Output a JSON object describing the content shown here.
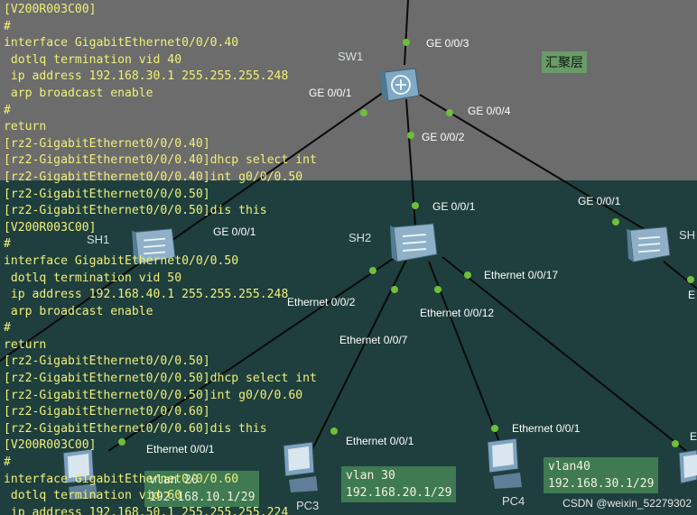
{
  "terminal": {
    "lines": [
      "[V200R003C00]",
      "#",
      "interface GigabitEthernet0/0/0.40",
      " dotlq termination vid 40",
      " ip address 192.168.30.1 255.255.255.248",
      " arp broadcast enable",
      "#",
      "return",
      "[rz2-GigabitEthernet0/0/0.40]",
      "[rz2-GigabitEthernet0/0/0.40]dhcp select int",
      "[rz2-GigabitEthernet0/0/0.40]int g0/0/0.50",
      "[rz2-GigabitEthernet0/0/0.50]",
      "[rz2-GigabitEthernet0/0/0.50]dis this",
      "[V200R003C00]",
      "#",
      "interface GigabitEthernet0/0/0.50",
      " dotlq termination vid 50",
      " ip address 192.168.40.1 255.255.255.248",
      " arp broadcast enable",
      "#",
      "return",
      "[rz2-GigabitEthernet0/0/0.50]",
      "[rz2-GigabitEthernet0/0/0.50]dhcp select int",
      "[rz2-GigabitEthernet0/0/0.50]int g0/0/0.60",
      "[rz2-GigabitEthernet0/0/0.60]",
      "[rz2-GigabitEthernet0/0/0.60]dis this",
      "[V200R003C00]",
      "#",
      "interface GigabitEthernet0/0/0.60",
      " dotlq termination vid 60",
      " ip address 192.168.50.1 255.255.255.224"
    ]
  },
  "topology": {
    "layer_label": "汇聚层",
    "devices": {
      "sw1": "SW1",
      "sh1": "SH1",
      "sh2": "SH2",
      "sh3": "SH",
      "pc3": "PC3",
      "pc4": "PC4"
    },
    "ports": {
      "sw1_ge003": "GE 0/0/3",
      "sw1_ge001": "GE 0/0/1",
      "sw1_ge004": "GE 0/0/4",
      "sw1_ge002": "GE 0/0/2",
      "sh2_ge001": "GE 0/0/1",
      "sh3_ge001": "GE 0/0/1",
      "sh1_ge001": "GE 0/0/1",
      "sh2_eth17": "Ethernet 0/0/17",
      "sh2_eth2": "Ethernet 0/0/2",
      "sh2_eth12": "Ethernet 0/0/12",
      "sh2_eth7": "Ethernet 0/0/7",
      "pc3_eth1": "Ethernet 0/0/1",
      "pc4_eth1": "Ethernet 0/0/1",
      "left_eth1": "Ethernet 0/0/1",
      "edge_e": "E",
      "edge_e2": "E"
    },
    "vlans": {
      "vlan20": "vlan 20\n192.168.10.1/29",
      "vlan30": "vlan 30\n192.168.20.1/29",
      "vlan40": "vlan40\n192.168.30.1/29"
    }
  },
  "watermark": "CSDN @weixin_52279302",
  "colors": {
    "terminal_text": "#f0f07a",
    "link_dot": "#6fbf3a",
    "vlan_box": "#3f7a52"
  }
}
